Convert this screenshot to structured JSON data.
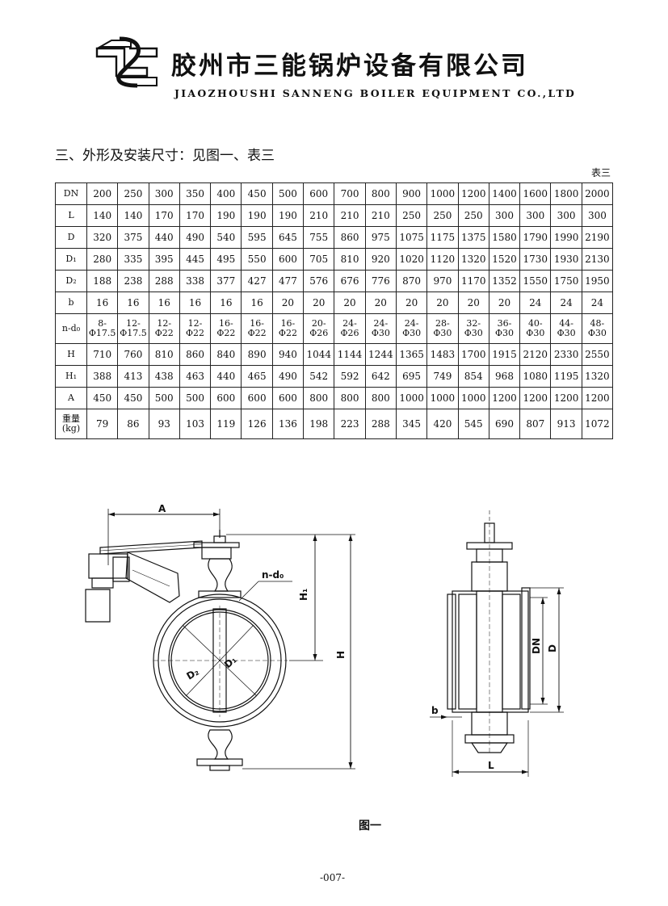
{
  "header": {
    "company_cn": "胶州市三能锅炉设备有限公司",
    "company_en": "JIAOZHOUSHI SANNENG BOILER EQUIPMENT CO.,LTD"
  },
  "section_title": "三、外形及安装尺寸：见图一、表三",
  "table_label": "表三",
  "table": {
    "rows": [
      {
        "label": "DN",
        "values": [
          "200",
          "250",
          "300",
          "350",
          "400",
          "450",
          "500",
          "600",
          "700",
          "800",
          "900",
          "1000",
          "1200",
          "1400",
          "1600",
          "1800",
          "2000"
        ]
      },
      {
        "label": "L",
        "values": [
          "140",
          "140",
          "170",
          "170",
          "190",
          "190",
          "190",
          "210",
          "210",
          "210",
          "250",
          "250",
          "250",
          "300",
          "300",
          "300",
          "300"
        ]
      },
      {
        "label": "D",
        "values": [
          "320",
          "375",
          "440",
          "490",
          "540",
          "595",
          "645",
          "755",
          "860",
          "975",
          "1075",
          "1175",
          "1375",
          "1580",
          "1790",
          "1990",
          "2190"
        ]
      },
      {
        "label": "D₁",
        "values": [
          "280",
          "335",
          "395",
          "445",
          "495",
          "550",
          "600",
          "705",
          "810",
          "920",
          "1020",
          "1120",
          "1320",
          "1520",
          "1730",
          "1930",
          "2130"
        ]
      },
      {
        "label": "D₂",
        "values": [
          "188",
          "238",
          "288",
          "338",
          "377",
          "427",
          "477",
          "576",
          "676",
          "776",
          "870",
          "970",
          "1170",
          "1352",
          "1550",
          "1750",
          "1950"
        ]
      },
      {
        "label": "b",
        "values": [
          "16",
          "16",
          "16",
          "16",
          "16",
          "16",
          "20",
          "20",
          "20",
          "20",
          "20",
          "20",
          "20",
          "20",
          "24",
          "24",
          "24"
        ]
      },
      {
        "label": "H",
        "values": [
          "710",
          "760",
          "810",
          "860",
          "840",
          "890",
          "940",
          "1044",
          "1144",
          "1244",
          "1365",
          "1483",
          "1700",
          "1915",
          "2120",
          "2330",
          "2550"
        ]
      },
      {
        "label": "H₁",
        "values": [
          "388",
          "413",
          "438",
          "463",
          "440",
          "465",
          "490",
          "542",
          "592",
          "642",
          "695",
          "749",
          "854",
          "968",
          "1080",
          "1195",
          "1320"
        ]
      },
      {
        "label": "A",
        "values": [
          "450",
          "450",
          "500",
          "500",
          "600",
          "600",
          "600",
          "800",
          "800",
          "800",
          "1000",
          "1000",
          "1000",
          "1200",
          "1200",
          "1200",
          "1200"
        ]
      }
    ],
    "bolt_label": "n-d₀",
    "bolt_values": [
      {
        "n": "8-",
        "d": "Φ17.5"
      },
      {
        "n": "12-",
        "d": "Φ17.5"
      },
      {
        "n": "12-",
        "d": "Φ22"
      },
      {
        "n": "12-",
        "d": "Φ22"
      },
      {
        "n": "16-",
        "d": "Φ22"
      },
      {
        "n": "16-",
        "d": "Φ22"
      },
      {
        "n": "16-",
        "d": "Φ22"
      },
      {
        "n": "20-",
        "d": "Φ26"
      },
      {
        "n": "24-",
        "d": "Φ26"
      },
      {
        "n": "24-",
        "d": "Φ30"
      },
      {
        "n": "24-",
        "d": "Φ30"
      },
      {
        "n": "28-",
        "d": "Φ30"
      },
      {
        "n": "32-",
        "d": "Φ30"
      },
      {
        "n": "36-",
        "d": "Φ30"
      },
      {
        "n": "40-",
        "d": "Φ30"
      },
      {
        "n": "44-",
        "d": "Φ30"
      },
      {
        "n": "48-",
        "d": "Φ30"
      }
    ],
    "weight_label_line1": "重量",
    "weight_label_line2": "(kg)",
    "weight_values": [
      "79",
      "86",
      "93",
      "103",
      "119",
      "126",
      "136",
      "198",
      "223",
      "288",
      "345",
      "420",
      "545",
      "690",
      "807",
      "913",
      "1072"
    ]
  },
  "drawing": {
    "label_A": "A",
    "label_nd0": "n-d₀",
    "label_H1": "H₁",
    "label_H": "H",
    "label_D1": "D₁",
    "label_D2": "D₂",
    "label_DN": "DN",
    "label_D": "D",
    "label_b": "b",
    "label_L": "L"
  },
  "figure_caption": "图一",
  "page_number": "-007-"
}
